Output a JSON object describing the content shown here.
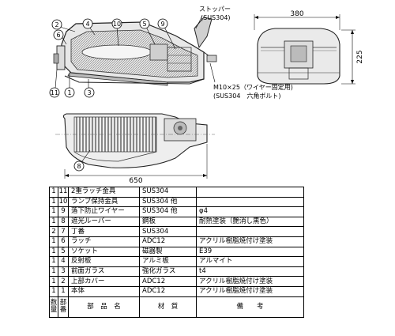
{
  "drawing": {
    "side_view": {
      "callouts": [
        {
          "id": "c2",
          "num": "2"
        },
        {
          "id": "c4",
          "num": "4"
        },
        {
          "id": "c10",
          "num": "10"
        },
        {
          "id": "c5",
          "num": "5"
        },
        {
          "id": "c9",
          "num": "9"
        },
        {
          "id": "c6",
          "num": "6"
        },
        {
          "id": "c11",
          "num": "11"
        },
        {
          "id": "c1",
          "num": "1"
        },
        {
          "id": "c3",
          "num": "3"
        }
      ],
      "stopper_label": "ストッパー",
      "stopper_material": "(SUS304)",
      "bolt_label": "M10×25（ワイヤー固定用)",
      "bolt_material": "(SUS304　六角ボルト)"
    },
    "end_view": {
      "width_dim": "380",
      "height_dim": "225"
    },
    "top_view": {
      "callout_num": "8",
      "length_dim": "650"
    }
  },
  "parts_table": {
    "header": {
      "qty": "数量",
      "part_no": "部番",
      "name": "部　品　名",
      "material": "材　質",
      "remarks": "備　　考"
    },
    "rows": [
      {
        "qty": "1",
        "no": "11",
        "name": "2重ラッチ金具",
        "material": "SUS304",
        "remarks": ""
      },
      {
        "qty": "1",
        "no": "10",
        "name": "ランプ保持金具",
        "material": "SUS304 他",
        "remarks": ""
      },
      {
        "qty": "1",
        "no": "9",
        "name": "落下防止ワイヤー",
        "material": "SUS304 他",
        "remarks": "φ4"
      },
      {
        "qty": "1",
        "no": "8",
        "name": "遮光ルーバー",
        "material": "鋼板",
        "remarks": "耐熱塗装（艶消し黒色）"
      },
      {
        "qty": "2",
        "no": "7",
        "name": "丁番",
        "material": "SUS304",
        "remarks": ""
      },
      {
        "qty": "1",
        "no": "6",
        "name": "ラッチ",
        "material": "ADC12",
        "remarks": "アクリル樹脂焼付け塗装"
      },
      {
        "qty": "1",
        "no": "5",
        "name": "ソケット",
        "material": "磁器製",
        "remarks": "E39"
      },
      {
        "qty": "1",
        "no": "4",
        "name": "反射板",
        "material": "アルミ板",
        "remarks": "アルマイト"
      },
      {
        "qty": "1",
        "no": "3",
        "name": "前面ガラス",
        "material": "強化ガラス",
        "remarks": "t4"
      },
      {
        "qty": "1",
        "no": "2",
        "name": "上部カバー",
        "material": "ADC12",
        "remarks": "アクリル樹脂焼付け塗装"
      },
      {
        "qty": "1",
        "no": "1",
        "name": "本体",
        "material": "ADC12",
        "remarks": "アクリル樹脂焼付け塗装"
      }
    ]
  }
}
